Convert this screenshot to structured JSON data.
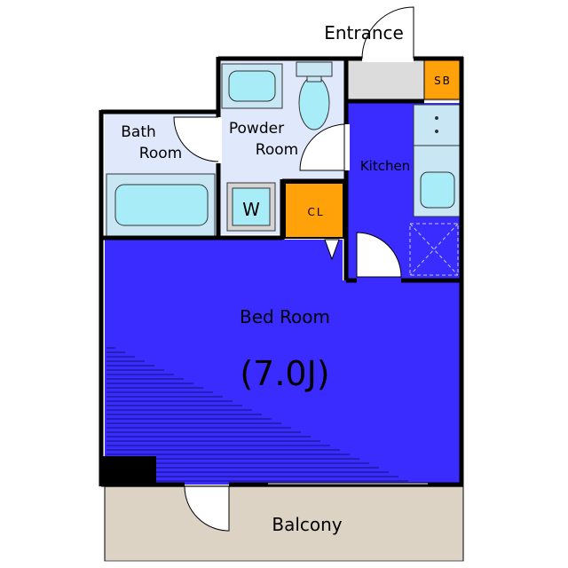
{
  "plan": {
    "labels": {
      "entrance": "Entrance",
      "bath_room_line1": "Bath",
      "bath_room_line2": "Room",
      "powder_room_line1": "Powder",
      "powder_room_line2": "Room",
      "kitchen": "Kitchen",
      "shoe_box": "SB",
      "closet": "CL",
      "washer": "W",
      "bed_room": "Bed Room",
      "bed_room_size": "(7.0J)",
      "balcony": "Balcony"
    },
    "colors": {
      "living_floor": "#3a2cff",
      "wet_area_floor": "#dfe9fb",
      "storage": "#ffa20a",
      "balcony": "#ddd3c5",
      "fixture": "#a8ecf7",
      "wall": "#000000"
    }
  }
}
